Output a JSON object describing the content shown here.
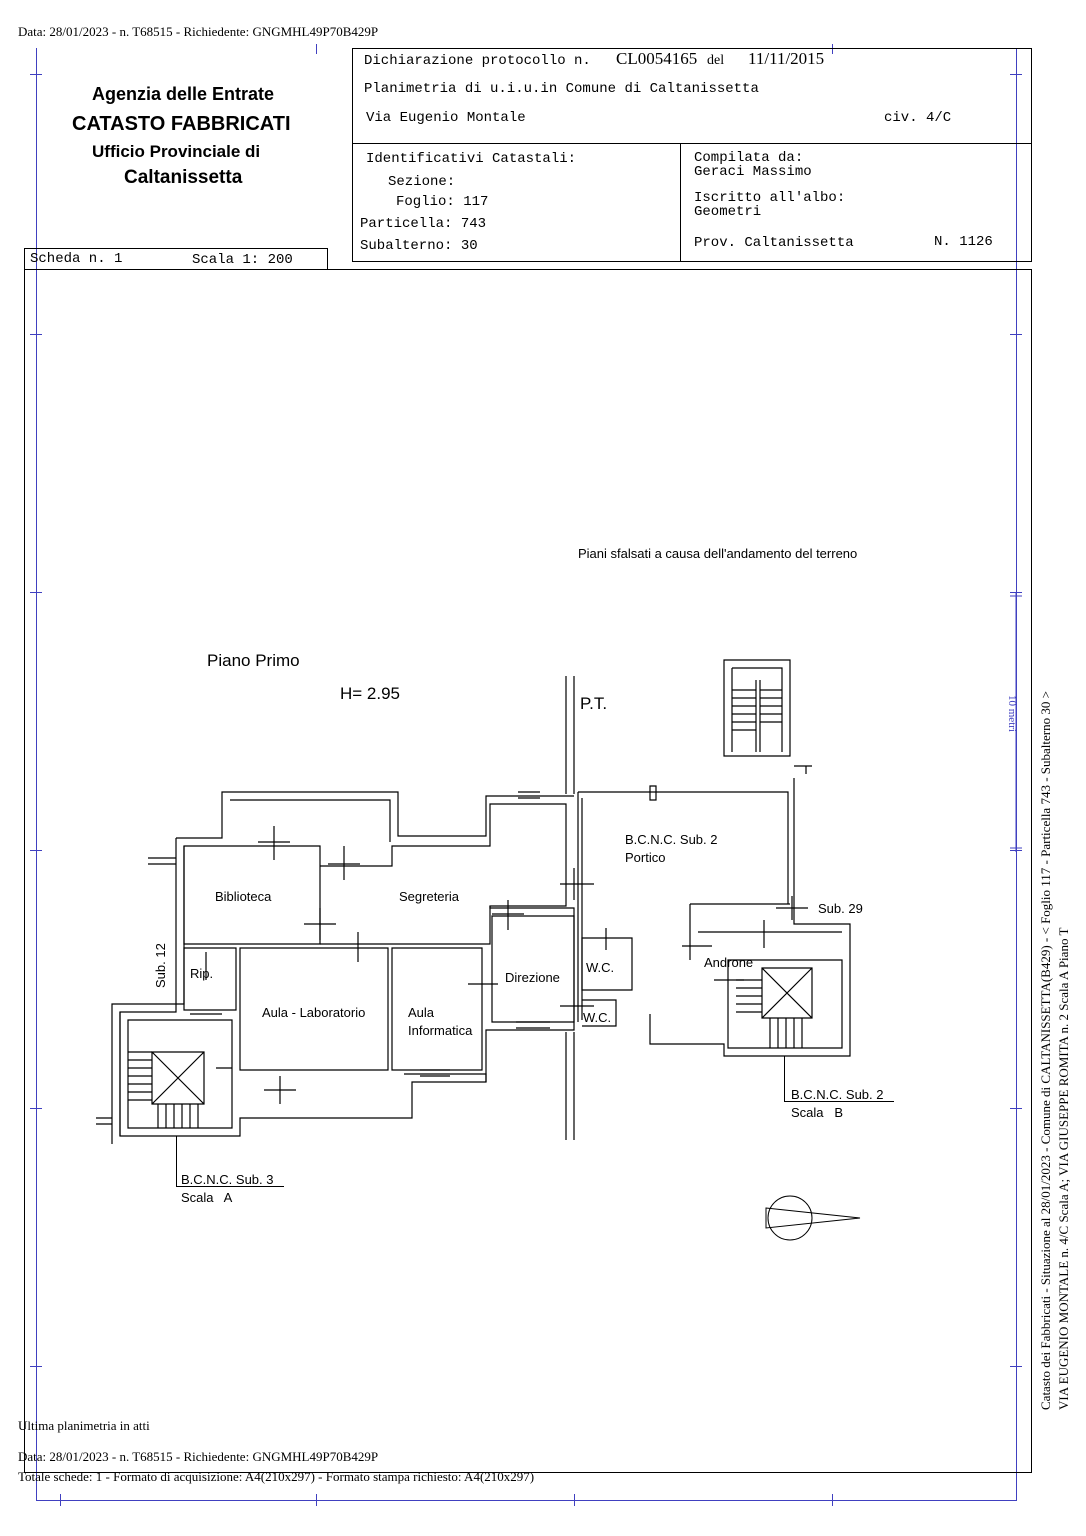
{
  "top_info": "Data: 28/01/2023 - n. T68515 - Richiedente: GNGMHL49P70B429P",
  "agency": {
    "line1": "Agenzia delle Entrate",
    "line2": "CATASTO FABBRICATI",
    "line3": "Ufficio Provinciale di",
    "line4": "Caltanissetta"
  },
  "declaration": {
    "label": "Dichiarazione protocollo n.",
    "number": "CL0054165",
    "del_label": "del",
    "date": "11/11/2015",
    "planimetria": "Planimetria di u.i.u.in Comune di Caltanissetta",
    "address": "Via Eugenio Montale",
    "civ": "civ. 4/C"
  },
  "identifiers": {
    "title": "Identificativi Catastali:",
    "sezione": "Sezione:",
    "foglio": "Foglio: 117",
    "particella": "Particella: 743",
    "subalterno": "Subalterno: 30"
  },
  "compiler": {
    "label": "Compilata da:",
    "name": "Geraci Massimo",
    "albo_label": "Iscritto all'albo:",
    "albo": "Geometri",
    "prov": "Prov. Caltanissetta",
    "number": "N. 1126"
  },
  "scheda": "Scheda n. 1",
  "scala": "Scala 1: 200",
  "plan": {
    "note": "Piani sfalsati a causa dell'andamento del terreno",
    "floor": "Piano Primo",
    "height": "H= 2.95",
    "pt": "P.T.",
    "rooms": {
      "biblioteca": "Biblioteca",
      "segreteria": "Segreteria",
      "rip": "Rip.",
      "aula_lab": "Aula - Laboratorio",
      "aula_info_1": "Aula",
      "aula_info_2": "Informatica",
      "direzione": "Direzione",
      "wc1": "W.C.",
      "wc2": "W.C.",
      "bcnc_portico_1": "B.C.N.C. Sub. 2",
      "bcnc_portico_2": "Portico",
      "androne": "Androne",
      "sub29": "Sub. 29",
      "sub12": "Sub. 12",
      "bcnc3_1": "B.C.N.C. Sub. 3",
      "bcnc3_2": "Scala   A",
      "bcnc2_1": "B.C.N.C. Sub. 2",
      "bcnc2_2": "Scala   B"
    }
  },
  "side_scale": "10 metri",
  "side_line1": "Catasto dei Fabbricati - Situazione al 28/01/2023 - Comune di CALTANISSETTA(B429) - <  Foglio 117 - Particella  743 - Subalterno 30 >",
  "side_line2": "VIA EUGENIO MONTALE n. 4/C  Scala A; VIA GIUSEPPE ROMITA n. 2  Scala A Piano T",
  "footer": {
    "ultima": "Ultima planimetria in atti",
    "data": "Data: 28/01/2023 - n. T68515 - Richiedente: GNGMHL49P70B429P",
    "totale": "Totale schede: 1 - Formato di acquisizione: A4(210x297)  - Formato stampa richiesto: A4(210x297)"
  }
}
